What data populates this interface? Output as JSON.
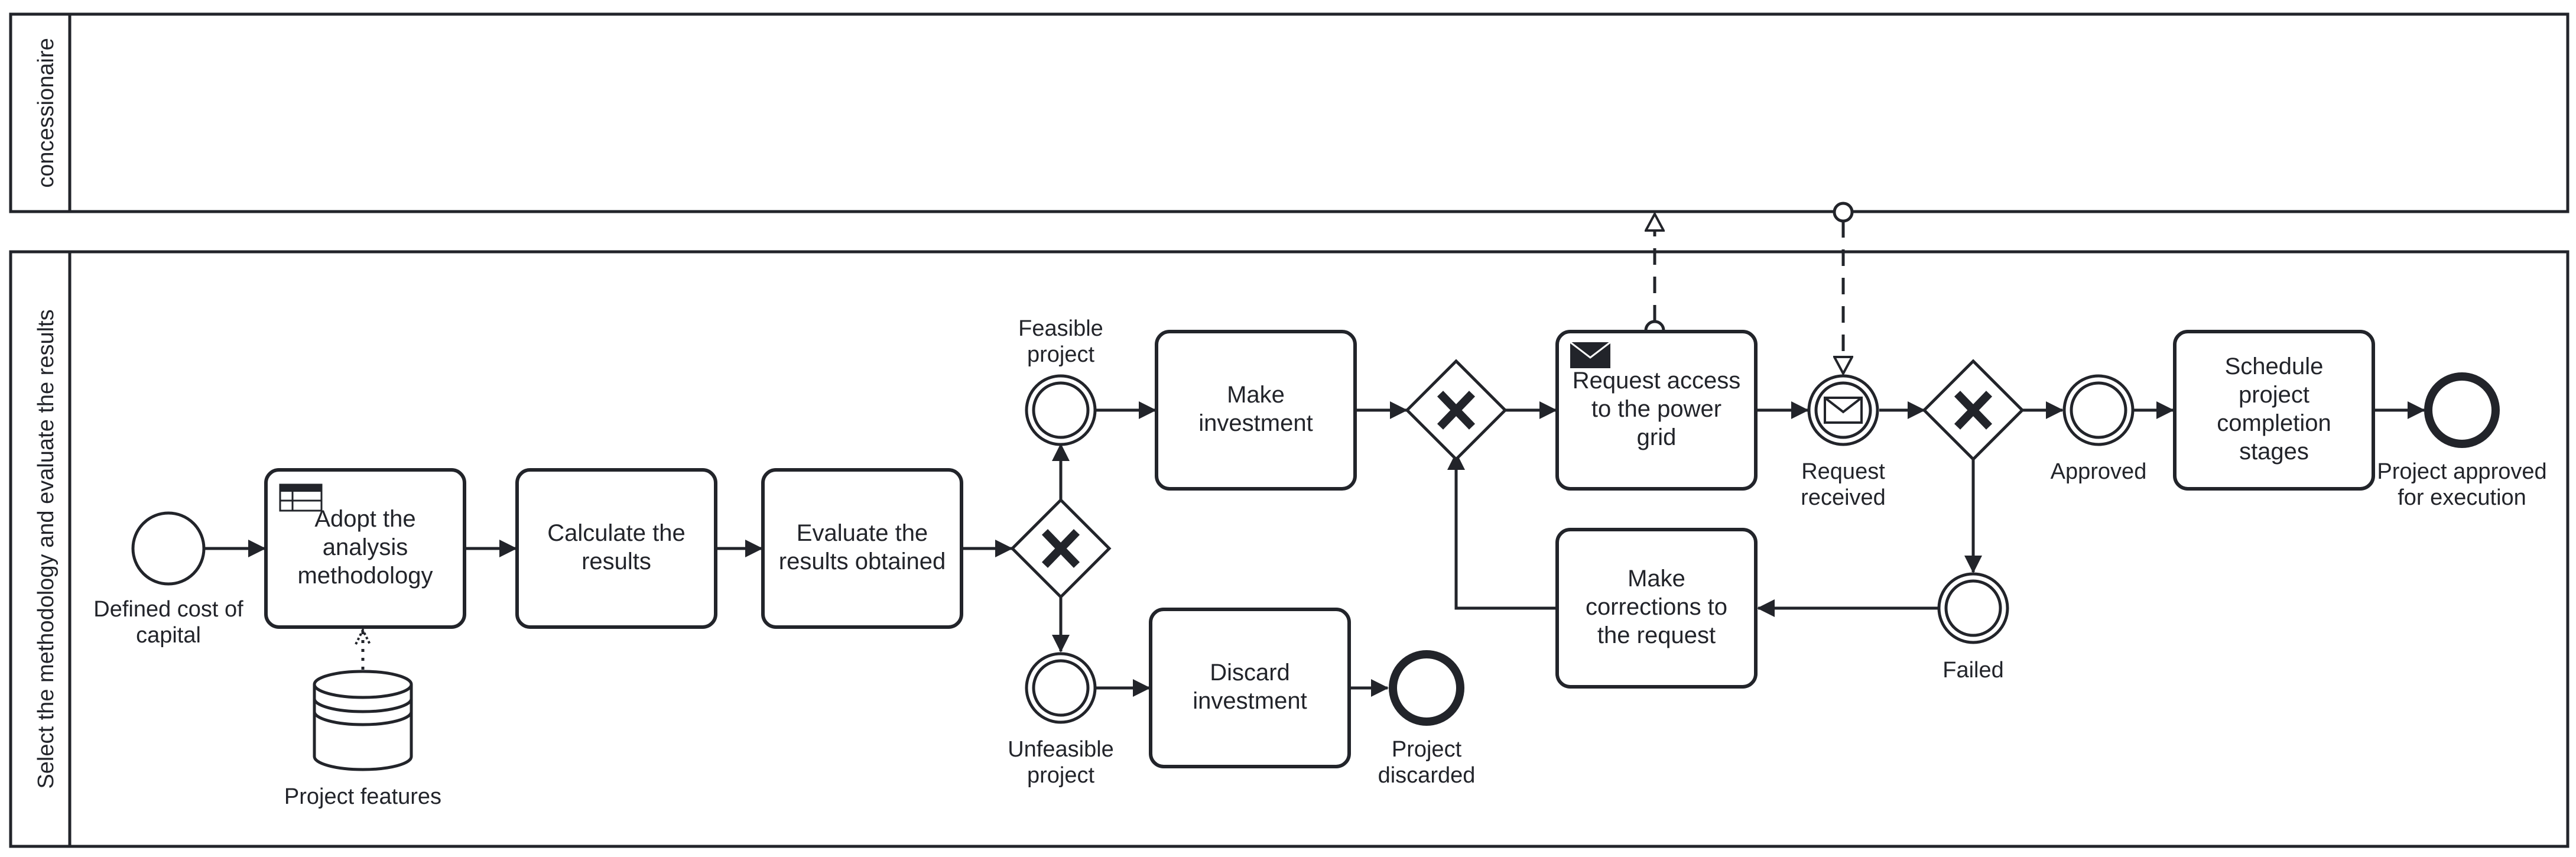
{
  "pools": {
    "concessionaire": "concessionaire",
    "main": "Select the methodology and evaluate the results"
  },
  "tasks": {
    "adopt": [
      "Adopt the",
      "analysis",
      "methodology"
    ],
    "calculate": [
      "Calculate the",
      "results"
    ],
    "evaluate": [
      "Evaluate the",
      "results obtained"
    ],
    "make_investment": [
      "Make",
      "investment"
    ],
    "discard_investment": [
      "Discard",
      "investment"
    ],
    "request_access": [
      "Request access",
      "to the power",
      "grid"
    ],
    "make_corrections": [
      "Make",
      "corrections to",
      "the request"
    ],
    "schedule": [
      "Schedule",
      "project",
      "completion",
      "stages"
    ]
  },
  "events": {
    "start": [
      "Defined cost of",
      "capital"
    ],
    "feasible": [
      "Feasible",
      "project"
    ],
    "unfeasible": [
      "Unfeasible",
      "project"
    ],
    "discarded": [
      "Project",
      "discarded"
    ],
    "request_received": [
      "Request",
      "received"
    ],
    "approved": [
      "Approved"
    ],
    "failed": [
      "Failed"
    ],
    "end_approved": [
      "Project approved",
      "for execution"
    ]
  },
  "data_store": {
    "label": "Project features"
  },
  "colors": {
    "stroke": "#22242a",
    "fill": "#ffffff"
  }
}
